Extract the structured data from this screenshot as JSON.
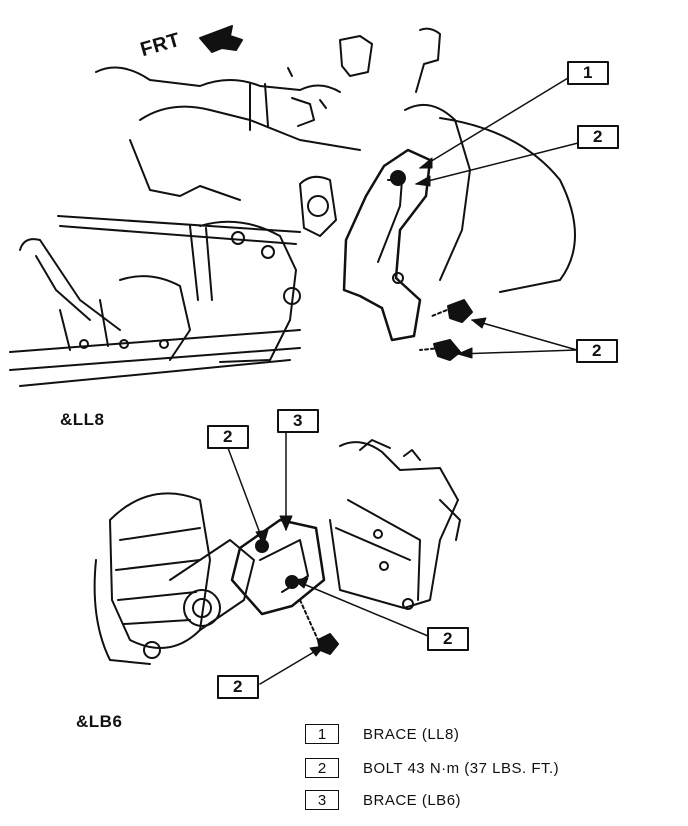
{
  "front_marker": "FRT",
  "sections": {
    "top": {
      "label": "&LL8"
    },
    "bottom": {
      "label": "&LB6"
    }
  },
  "callouts": {
    "top_1": "1",
    "top_2a": "2",
    "top_2b": "2",
    "bottom_3": "3",
    "bottom_2a": "2",
    "bottom_2b": "2",
    "bottom_2c": "2"
  },
  "legend": [
    {
      "num": "1",
      "text": "BRACE (LL8)"
    },
    {
      "num": "2",
      "text": "BOLT 43 N·m (37 LBS. FT.)"
    },
    {
      "num": "3",
      "text": "BRACE (LB6)"
    }
  ],
  "colors": {
    "ink": "#111111",
    "paper": "#ffffff"
  }
}
